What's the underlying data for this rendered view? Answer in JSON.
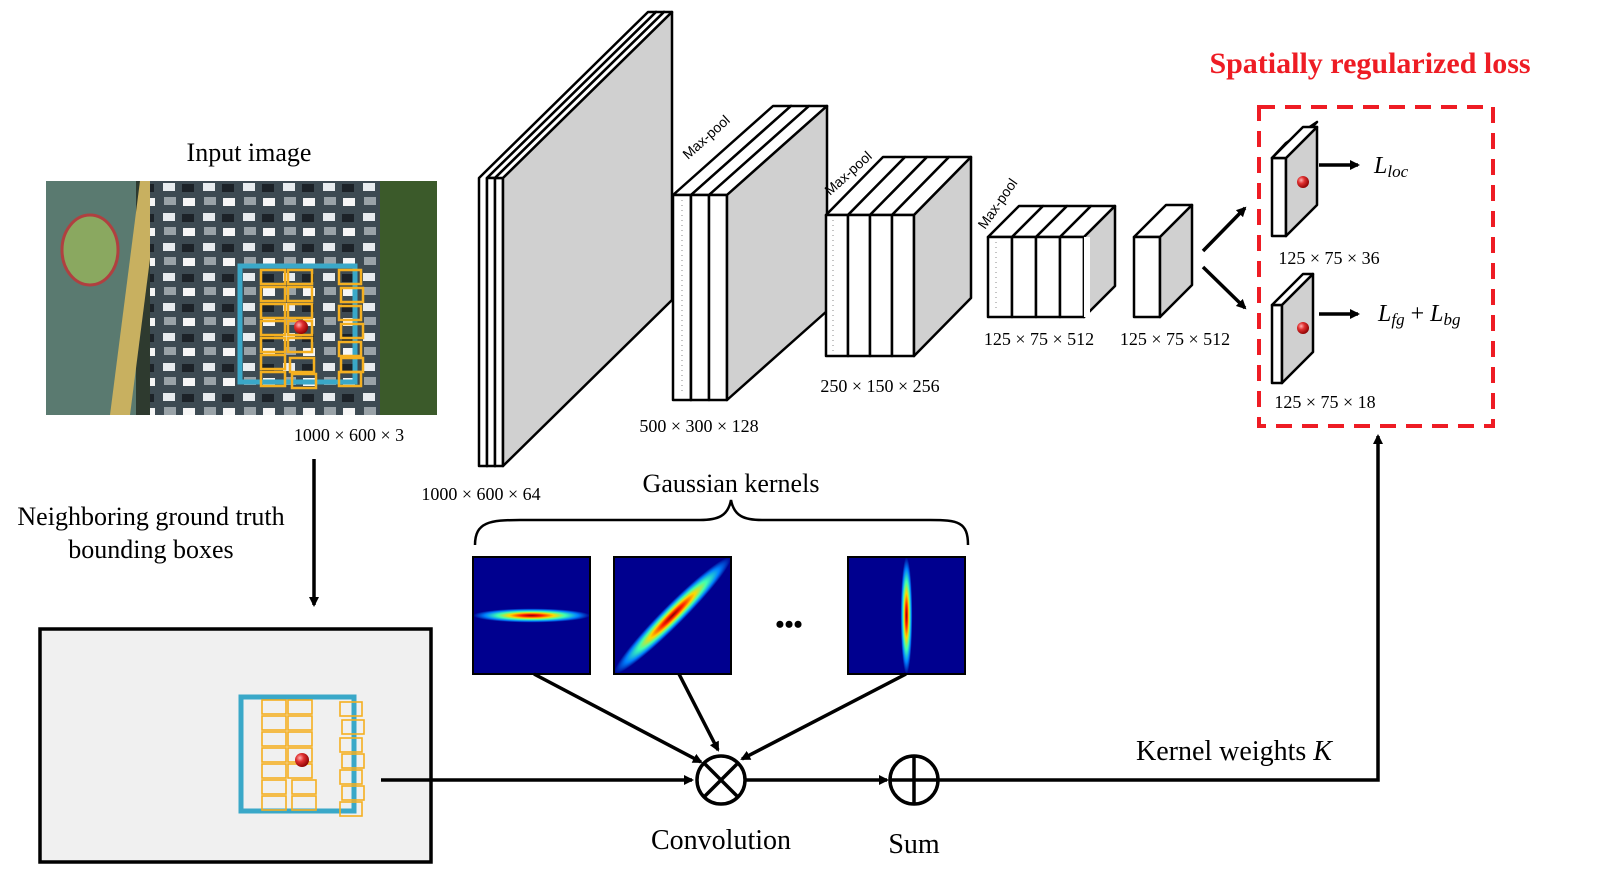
{
  "title": "Spatially regularized loss",
  "input_label": "Input image",
  "input_dims": "1000 × 600 × 3",
  "neighbor_label_line1": "Neighboring ground truth",
  "neighbor_label_line2": "bounding boxes",
  "gaussian_label": "Gaussian kernels",
  "ellipsis": "•••",
  "convolution_label": "Convolution",
  "sum_label": "Sum",
  "kernel_weights_label": "Kernel weights ",
  "kernel_weights_symbol": "K",
  "maxpool_label": "Max-pool",
  "layers": [
    {
      "dims": "1000 × 600 × 64"
    },
    {
      "dims": "500 × 300 × 128"
    },
    {
      "dims": "250 × 150 × 256"
    },
    {
      "dims": "125 × 75 × 512"
    },
    {
      "dims": "125 × 75 × 512"
    }
  ],
  "heads": [
    {
      "dims": "125 × 75 × 36",
      "loss_main": "L",
      "loss_sub": "loc"
    },
    {
      "dims": "125 × 75 × 18",
      "loss_main": "L",
      "loss_sub": "fg",
      "plus": " + ",
      "loss_main2": "L",
      "loss_sub2": "bg"
    }
  ],
  "colors": {
    "accent_red": "#ee1c24",
    "box_blue": "#3aa8c8",
    "box_yellow": "#f5b020",
    "layer_gray": "#d0d0d0",
    "panel_gray": "#f0f0f0"
  }
}
